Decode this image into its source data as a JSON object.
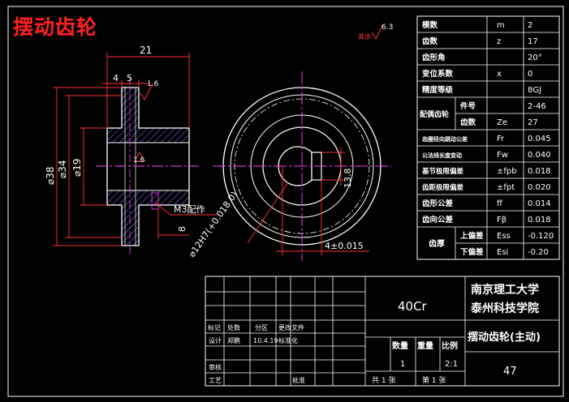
{
  "title": "摆动齿轮",
  "dims": {
    "d21": "21",
    "d4": "4",
    "d5": "5",
    "d38": "⌀38",
    "d34": "⌀34",
    "d19": "⌀19",
    "d8": "8",
    "m3": "M3配作",
    "bore": "⌀12H7(+0.018 0)",
    "key_w": "4±0.015",
    "key_h": "13.8",
    "rough1": "1.6",
    "rough2": "1.6",
    "rough_other": "其余",
    "rough_other_val": "6.3"
  },
  "params": [
    {
      "label": "模数",
      "sym": "m",
      "val": "2"
    },
    {
      "label": "齿数",
      "sym": "z",
      "val": "17"
    },
    {
      "label": "齿形角",
      "sym": "",
      "val": "20°"
    },
    {
      "label": "变位系数",
      "sym": "x",
      "val": "0"
    },
    {
      "label": "精度等级",
      "sym": "",
      "val": "8GJ"
    },
    {
      "label": "件号",
      "sym": "",
      "val": "2-46"
    },
    {
      "label": "齿数",
      "sym": "Ze",
      "val": "27"
    },
    {
      "label": "齿圈径向跳动公差",
      "sym": "Fr",
      "val": "0.045"
    },
    {
      "label": "公法线长度变动",
      "sym": "Fw",
      "val": "0.040"
    },
    {
      "label": "基节极限偏差",
      "sym": "±fpb",
      "val": "0.018"
    },
    {
      "label": "齿距极限偏差",
      "sym": "±fpt",
      "val": "0.020"
    },
    {
      "label": "齿形公差",
      "sym": "ff",
      "val": "0.014"
    },
    {
      "label": "齿向公差",
      "sym": "Fβ",
      "val": "0.018"
    },
    {
      "label": "上偏差",
      "sym": "Ess",
      "val": "-0.120"
    },
    {
      "label": "下偏差",
      "sym": "Esi",
      "val": "-0.20"
    }
  ],
  "pair_label": "配偶齿轮",
  "thick_label": "齿厚",
  "titleblock": {
    "material": "40Cr",
    "school1": "南京理工大学",
    "school2": "泰州科技学院",
    "part_name": "摆动齿轮(主动)",
    "drawing_no": "47",
    "h_mark": "标记",
    "h_count": "处数",
    "h_zone": "分区",
    "h_change": "更改文件",
    "r_design": "设计",
    "r_design_name": "郑鹏",
    "r_date": "10.4.19",
    "r_std": "标准化",
    "r_review": "审核",
    "r_craft": "工艺",
    "r_approve": "批准",
    "q_qty": "数量",
    "q_weight": "重量",
    "q_scale": "比例",
    "v_qty": "1",
    "v_scale": "2:1",
    "sheets_total": "共 1 张",
    "sheet_no": "第 1 张"
  }
}
